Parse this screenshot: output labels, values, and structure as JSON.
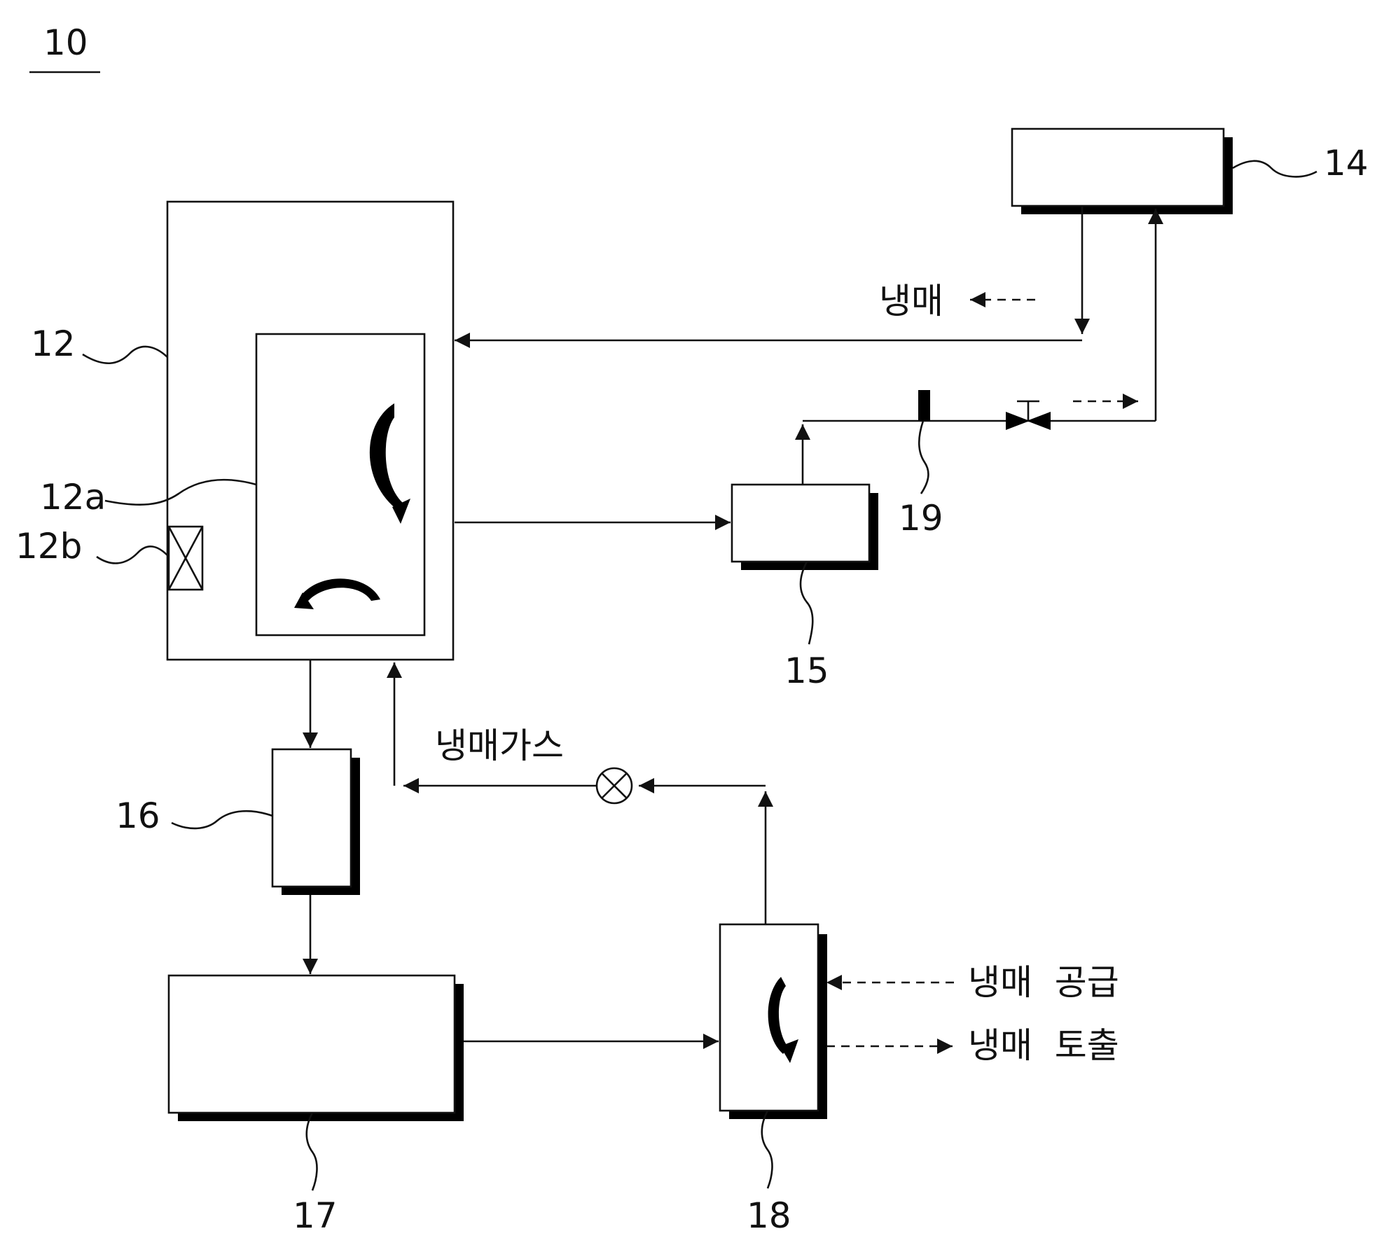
{
  "figure_number": "10",
  "labels": {
    "l12": "12",
    "l12a": "12a",
    "l12b": "12b",
    "l14": "14",
    "l15": "15",
    "l16": "16",
    "l17": "17",
    "l18": "18",
    "l19": "19"
  },
  "flow_labels": {
    "refrigerant_return": "냉매",
    "refrigerant_gas": "냉매가스",
    "refrigerant_supply": "냉매  공급",
    "refrigerant_discharge": "냉매  토출"
  }
}
